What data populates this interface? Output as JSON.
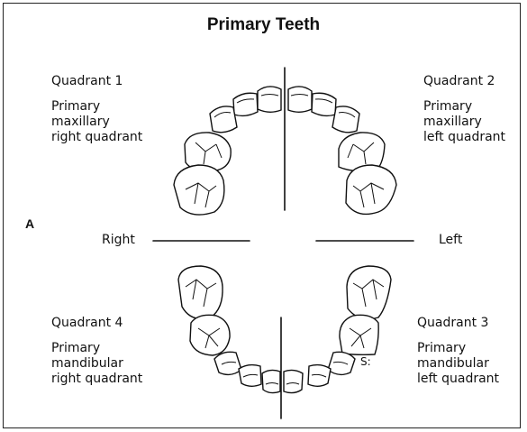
{
  "title": "Primary Teeth",
  "panel_letter": "A",
  "side_labels": {
    "right": "Right",
    "left": "Left"
  },
  "quadrants": [
    {
      "heading": "Quadrant 1",
      "desc": [
        "Primary",
        "maxillary",
        "right quadrant"
      ]
    },
    {
      "heading": "Quadrant 2",
      "desc": [
        "Primary",
        "maxillary",
        "left quadrant"
      ]
    },
    {
      "heading": "Quadrant 3",
      "desc": [
        "Primary",
        "mandibular",
        "left quadrant"
      ]
    },
    {
      "heading": "Quadrant 4",
      "desc": [
        "Primary",
        "mandibular",
        "right quadrant"
      ]
    }
  ],
  "annotation": "S:",
  "colors": {
    "ink": "#111111",
    "background": "#ffffff"
  }
}
